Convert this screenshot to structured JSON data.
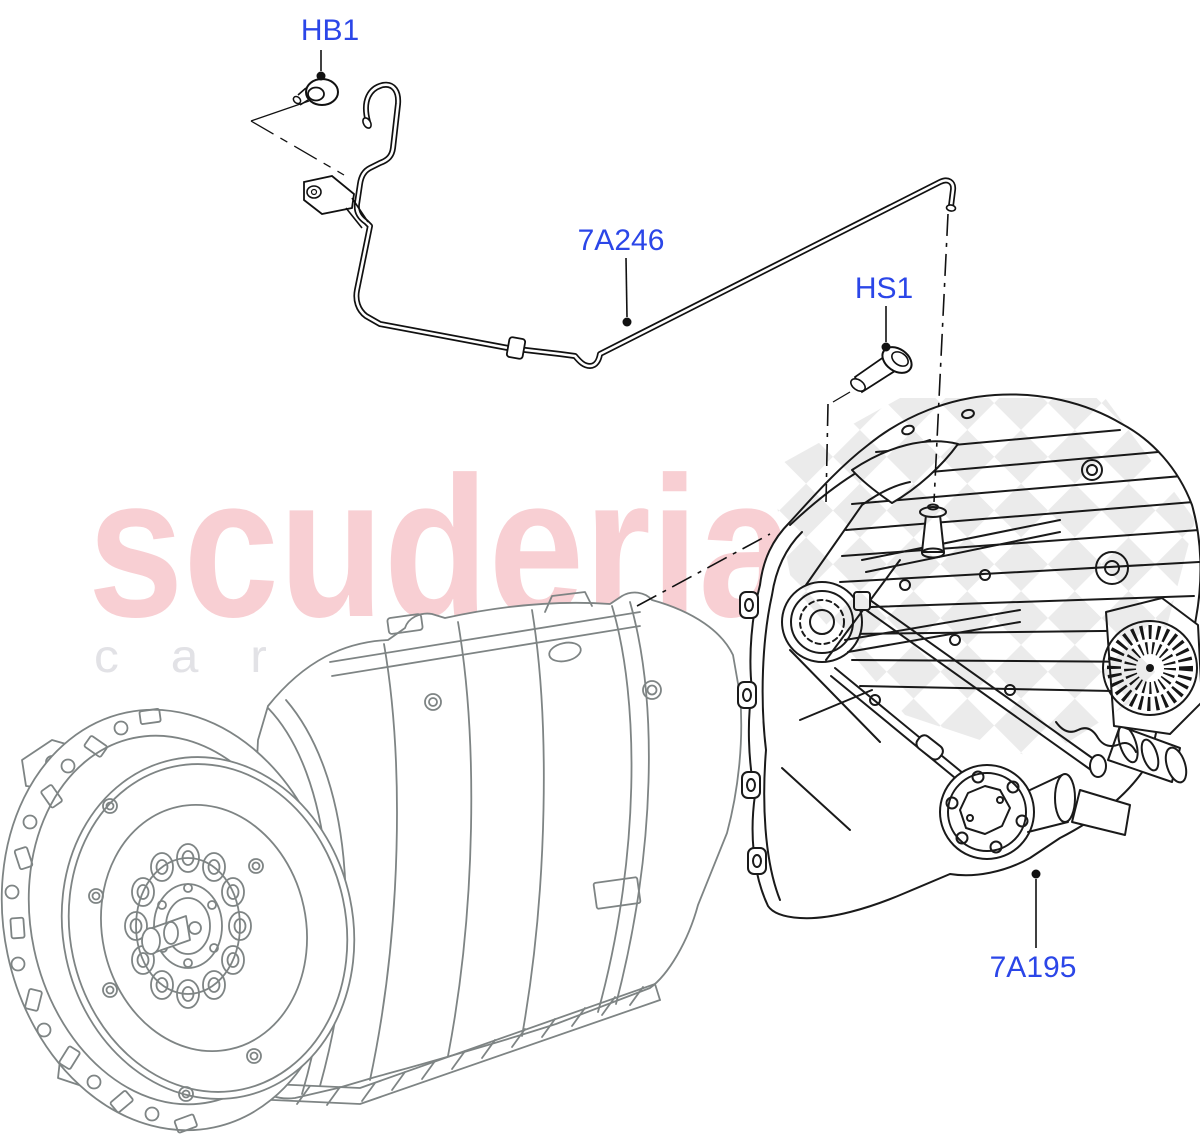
{
  "diagram": {
    "type": "parts-exploded-view",
    "background": "#ffffff",
    "callout_color": "#2b46e8",
    "subject_line_color": "#1a1a1a",
    "context_line_color": "#7e8484",
    "callouts": {
      "grommet": "HB1",
      "vent_tube": "7A246",
      "bolt": "HS1",
      "transfer_case": "7A195"
    },
    "watermark": {
      "brand": "scuderia",
      "tagline": "car parts",
      "brand_color": "#f8cfd3",
      "tagline_color": "#e2e2e6",
      "checker_color": "#e5e5e5"
    }
  }
}
